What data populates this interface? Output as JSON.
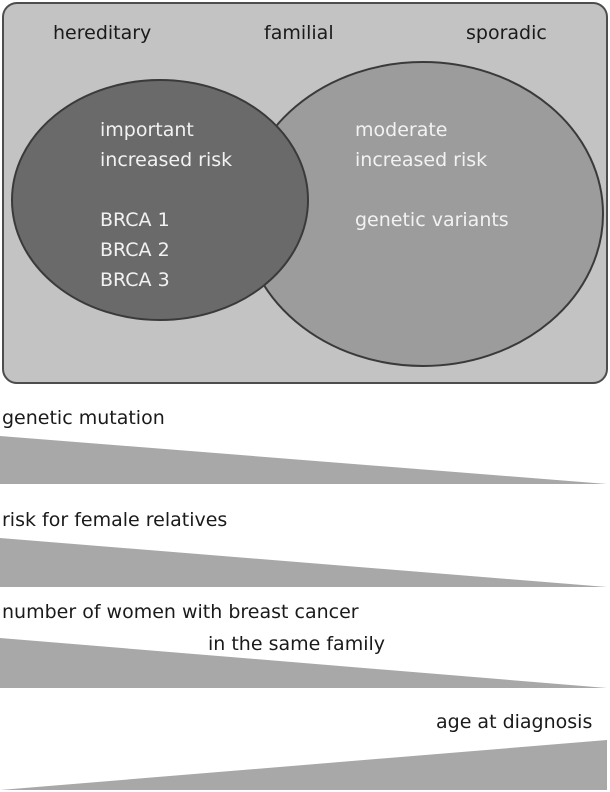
{
  "venn": {
    "headers": {
      "left": "hereditary",
      "center": "familial",
      "right": "sporadic"
    },
    "left_circle": {
      "lines": [
        "important",
        "increased risk",
        "",
        "BRCA 1",
        "BRCA 2",
        "BRCA 3"
      ]
    },
    "right_circle": {
      "lines": [
        "moderate",
        "increased risk",
        "",
        "genetic variants"
      ]
    }
  },
  "gradients": [
    {
      "label_lines": [
        "genetic mutation"
      ],
      "direction": "decreasing"
    },
    {
      "label_lines": [
        "risk for female relatives"
      ],
      "direction": "decreasing"
    },
    {
      "label_lines": [
        "number of women with breast cancer",
        "in the same family"
      ],
      "direction": "decreasing"
    },
    {
      "label_lines": [
        "age at diagnosis"
      ],
      "direction": "increasing"
    }
  ],
  "colors": {
    "panel_fill": "#c3c3c3",
    "panel_stroke": "#4d4d4d",
    "left_circle_fill": "#6a6a6a",
    "right_circle_fill": "#9c9c9c",
    "wedge_fill": "#a8a8a8",
    "circle_text": "#f2f2f2"
  }
}
